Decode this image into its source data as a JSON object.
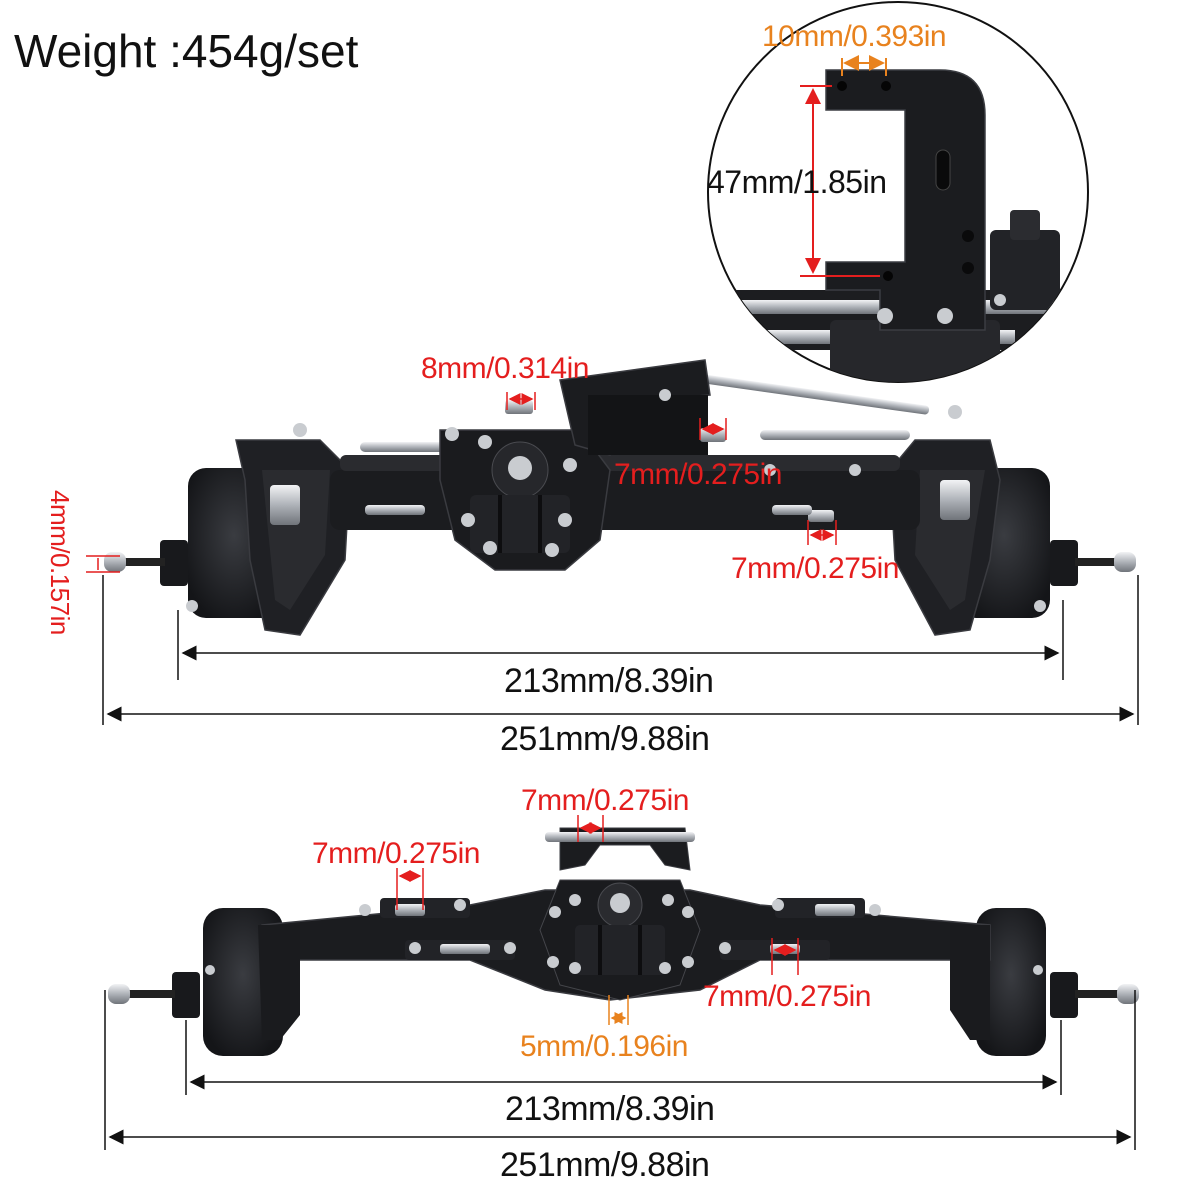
{
  "weight": "Weight :454g/set",
  "detail": {
    "hole_spacing": "10mm/0.393in",
    "mount_height": "47mm/1.85in"
  },
  "front_axle": {
    "link_mount_width": "8mm/0.314in",
    "link_mount_width_right": "7mm/0.275in",
    "lower_mount_width": "7mm/0.275in",
    "hex_thickness": "4mm/0.157in",
    "hub_width": "213mm/8.39in",
    "total_width": "251mm/9.88in"
  },
  "rear_axle": {
    "top_mount_width": "7mm/0.275in",
    "left_mount_width": "7mm/0.275in",
    "right_mount_width": "7mm/0.275in",
    "pinion_offset": "5mm/0.196in",
    "hub_width": "213mm/8.39in",
    "total_width": "251mm/9.88in"
  },
  "colors": {
    "annotation_red": "#e41e1e",
    "annotation_orange": "#e8821e",
    "axle_body": "#1c1d20",
    "hardware": "#c9ccd0"
  }
}
